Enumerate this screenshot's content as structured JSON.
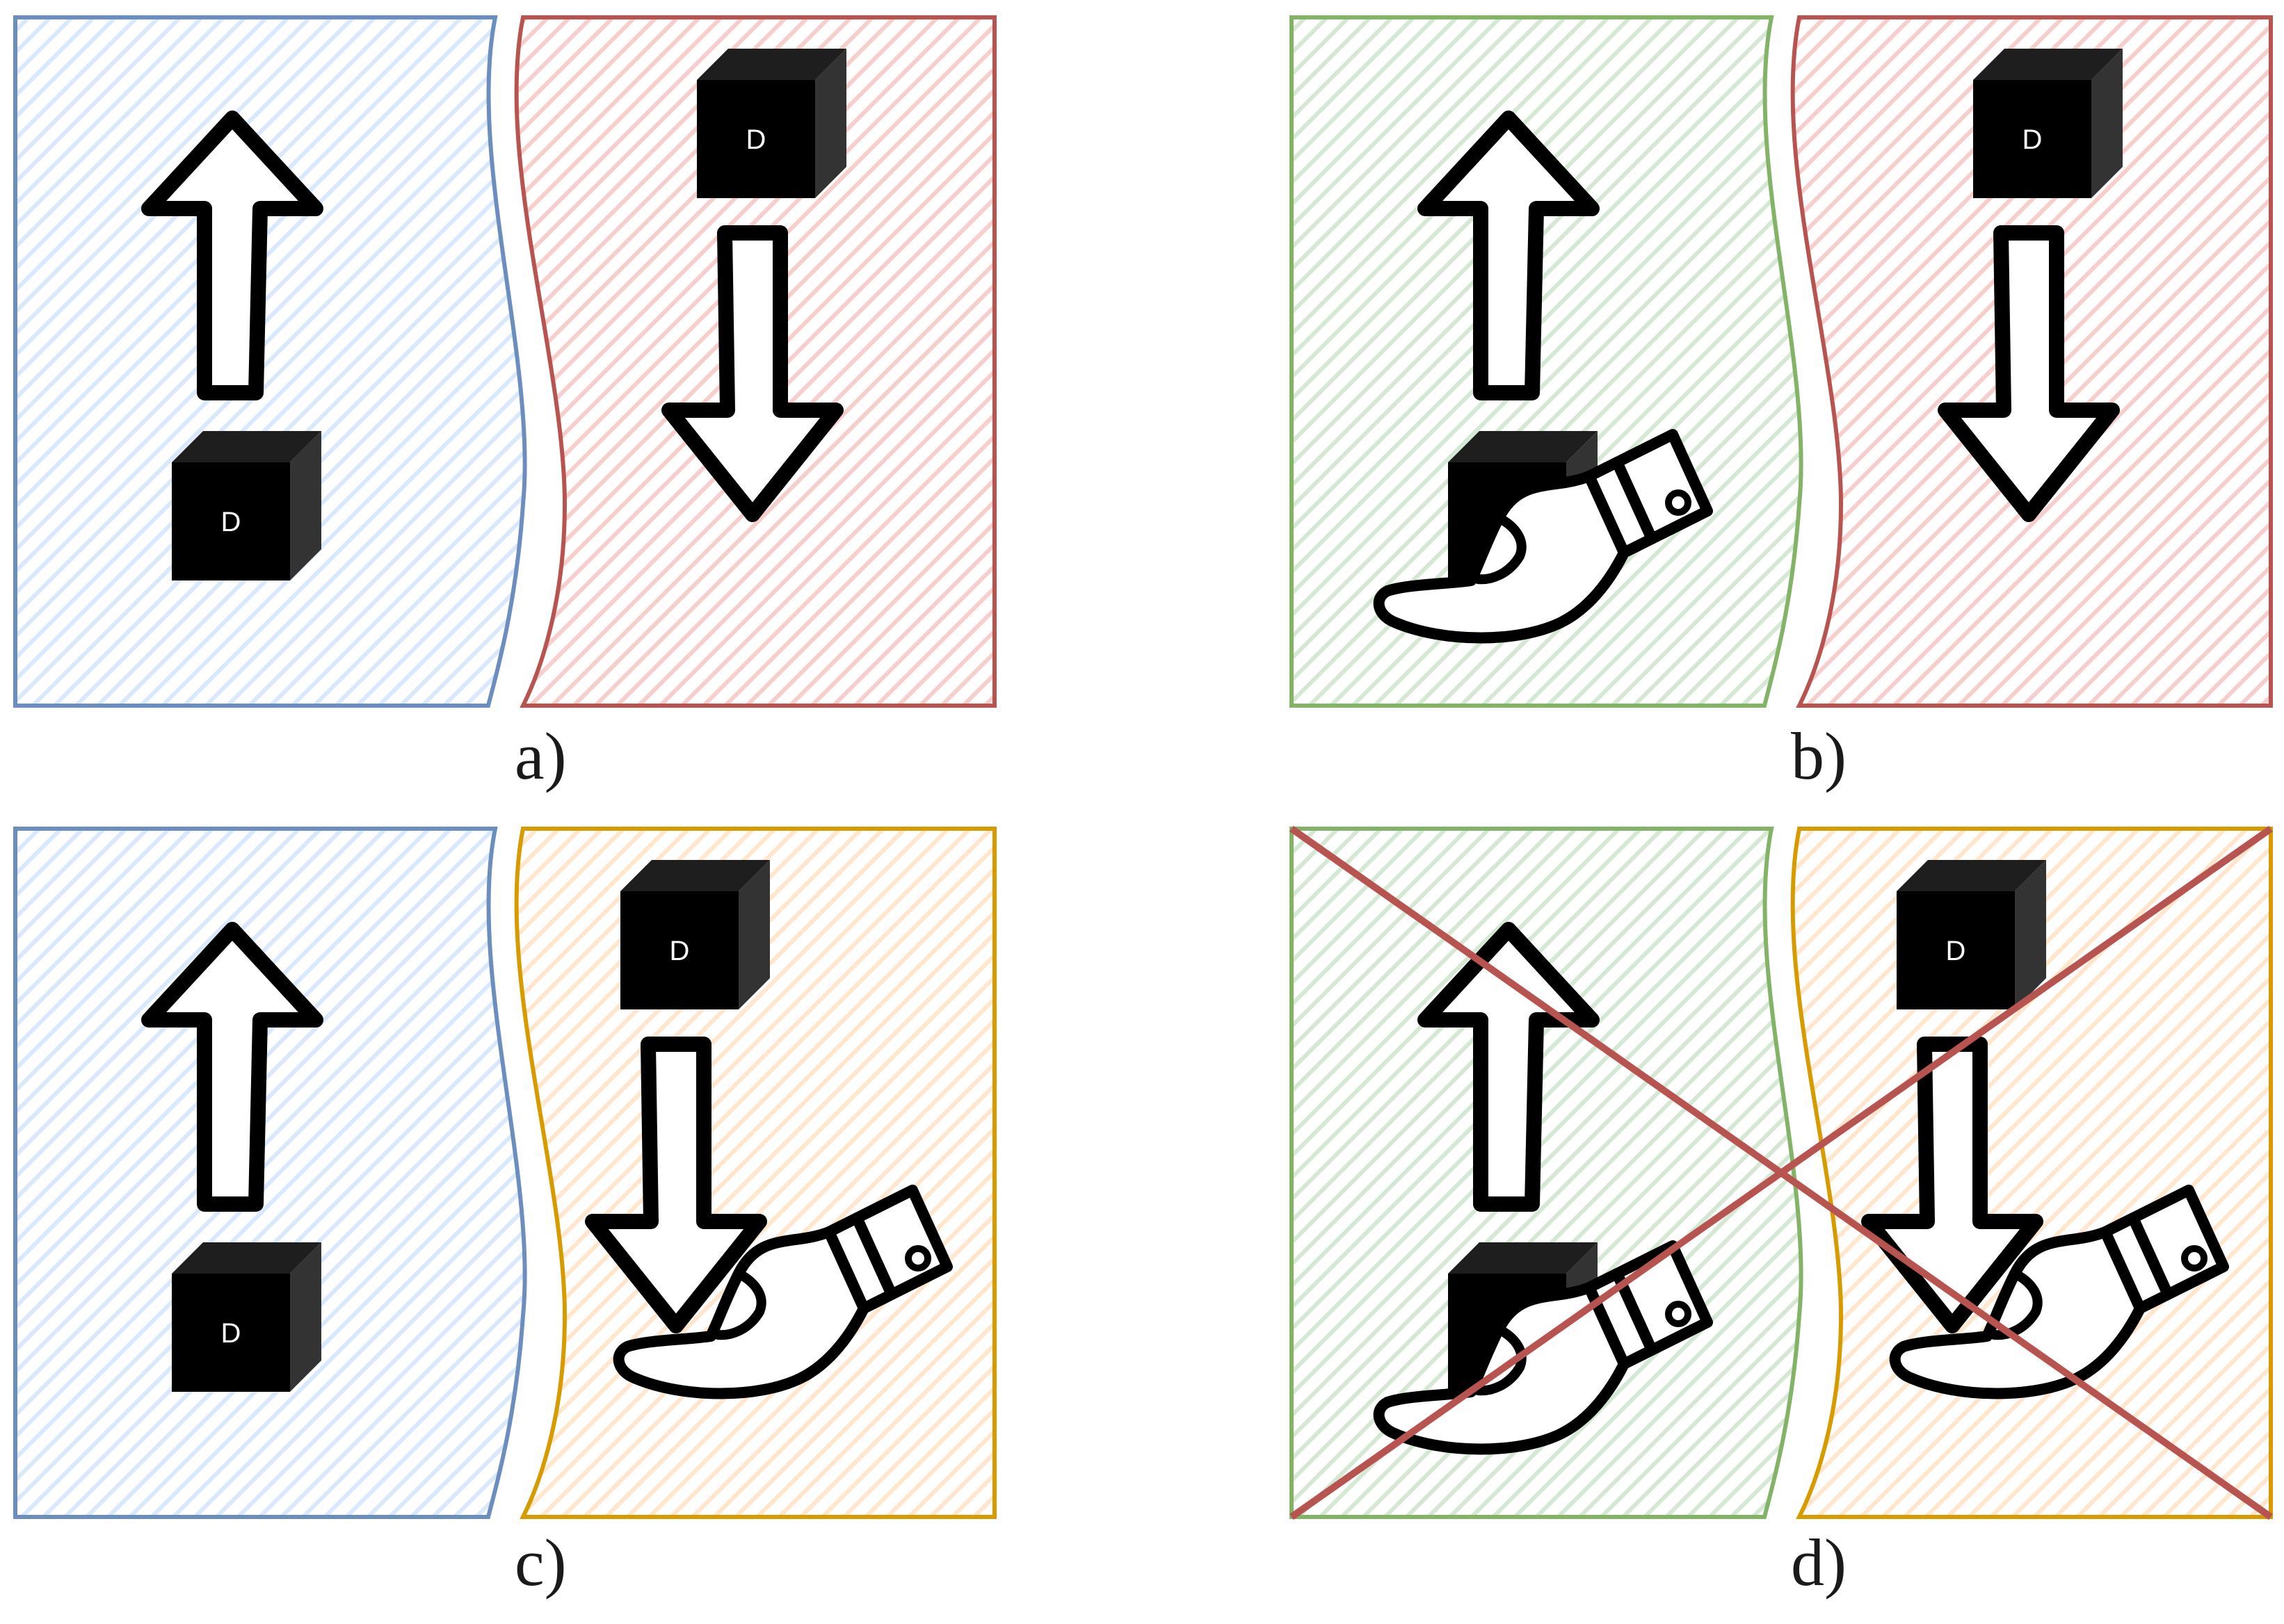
{
  "colors": {
    "blue": "#6c8ebf",
    "blue_fill": "#dae8fc",
    "red": "#b85450",
    "red_fill": "#f8cecc",
    "green": "#82b366",
    "green_fill": "#d5e8d4",
    "orange": "#d79b00",
    "orange_fill": "#ffe6cc",
    "cross": "#b85450",
    "ink": "#000000"
  },
  "cube_label": "D",
  "panels": [
    {
      "caption": "a)",
      "left": {
        "color": "blue",
        "arrow": "up-arrow",
        "cube": "bottom",
        "hand": false
      },
      "right": {
        "color": "red",
        "arrow": "down-arrow",
        "cube": "top",
        "hand": false
      },
      "crossed_out": false
    },
    {
      "caption": "b)",
      "left": {
        "color": "green",
        "arrow": "up-arrow",
        "cube": "bottom",
        "hand": true
      },
      "right": {
        "color": "red",
        "arrow": "down-arrow",
        "cube": "top",
        "hand": false
      },
      "crossed_out": false
    },
    {
      "caption": "c)",
      "left": {
        "color": "blue",
        "arrow": "up-arrow",
        "cube": "bottom",
        "hand": false
      },
      "right": {
        "color": "orange",
        "arrow": "down-arrow",
        "cube": "top",
        "hand": true
      },
      "crossed_out": false
    },
    {
      "caption": "d)",
      "left": {
        "color": "green",
        "arrow": "up-arrow",
        "cube": "bottom",
        "hand": true
      },
      "right": {
        "color": "orange",
        "arrow": "down-arrow",
        "cube": "top",
        "hand": true
      },
      "crossed_out": true
    }
  ]
}
